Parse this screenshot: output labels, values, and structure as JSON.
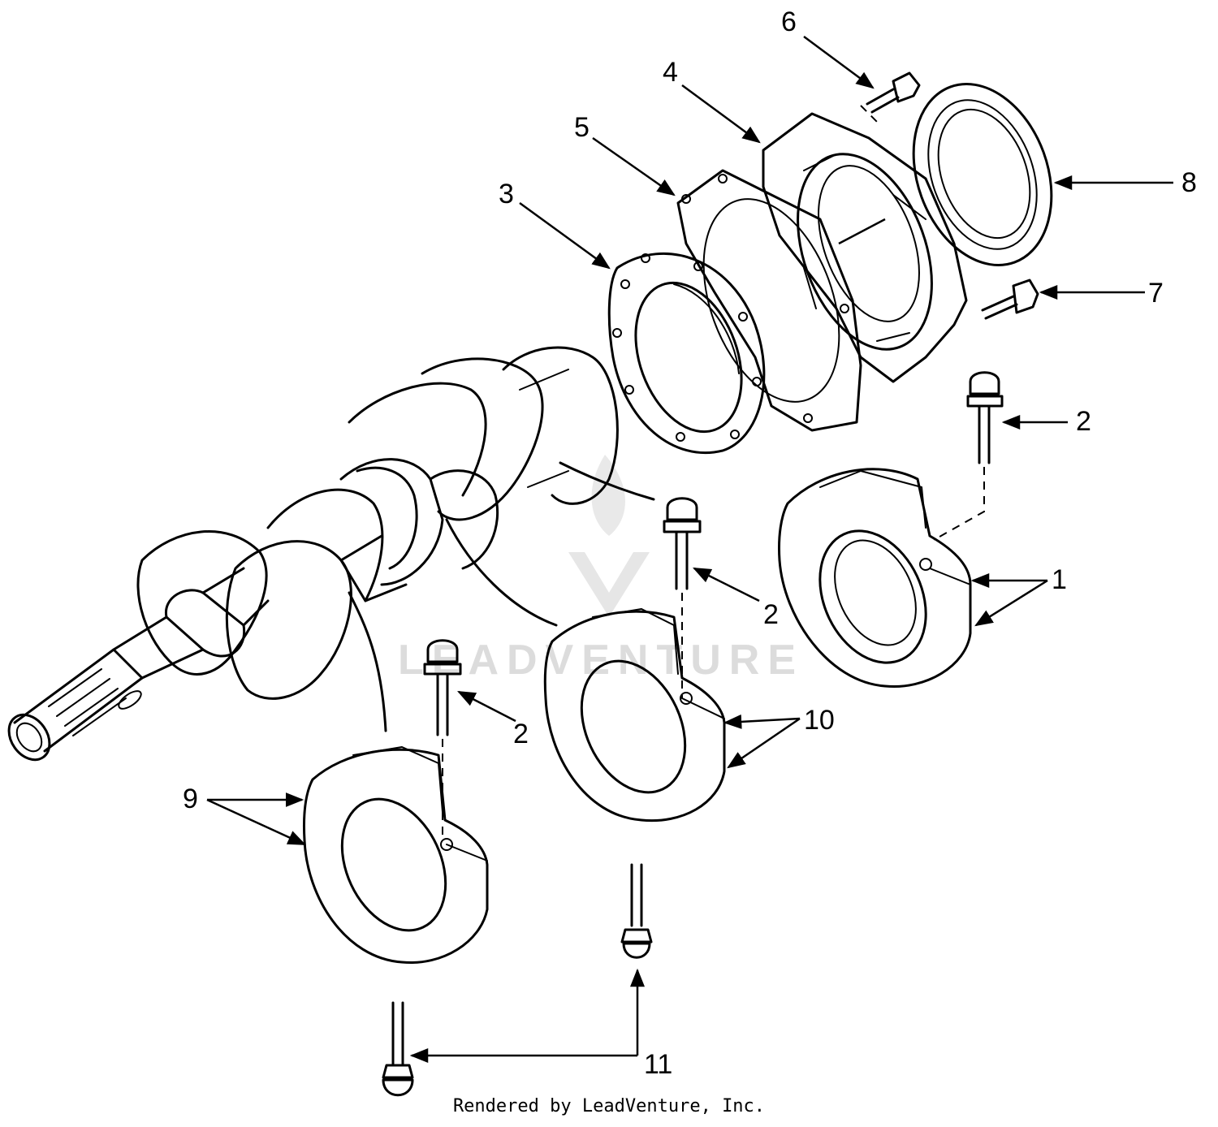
{
  "watermark": {
    "text": "LEADVENTURE"
  },
  "callouts": {
    "c1": "1",
    "c2a": "2",
    "c2b": "2",
    "c2c": "2",
    "c3": "3",
    "c4": "4",
    "c5": "5",
    "c6": "6",
    "c7": "7",
    "c8": "8",
    "c9": "9",
    "c10": "10",
    "c11": "11"
  },
  "credit": "Rendered by LeadVenture, Inc."
}
